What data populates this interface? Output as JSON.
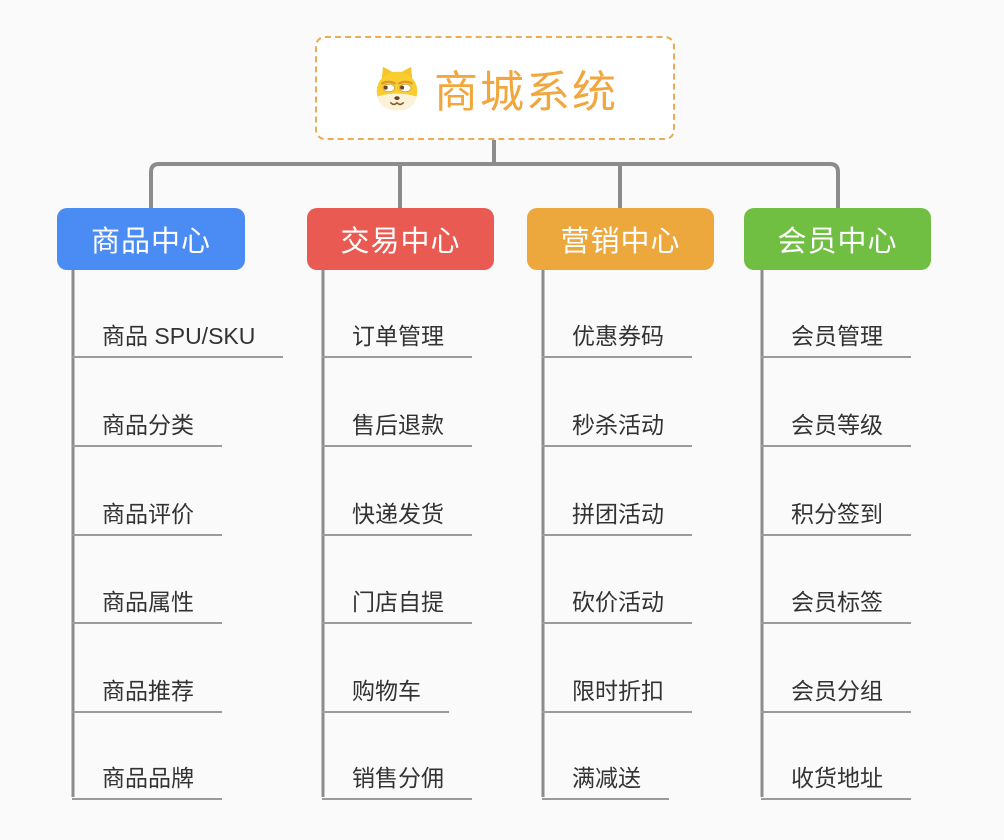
{
  "root": {
    "label": "商城系统",
    "icon": "dog-face",
    "text_color": "#f2a73e",
    "border_color": "#edac53",
    "background": "#ffffff"
  },
  "colors": {
    "canvas_background": "#fafafa",
    "connector": "#8c8c8c",
    "leaf_underline": "#9b9b9b",
    "leaf_text": "#333333"
  },
  "branches": [
    {
      "label": "商品中心",
      "color": "#4a8bf4",
      "items": [
        "商品 SPU/SKU",
        "商品分类",
        "商品评价",
        "商品属性",
        "商品推荐",
        "商品品牌"
      ]
    },
    {
      "label": "交易中心",
      "color": "#e95b52",
      "items": [
        "订单管理",
        "售后退款",
        "快递发货",
        "门店自提",
        "购物车",
        "销售分佣"
      ]
    },
    {
      "label": "营销中心",
      "color": "#eca83d",
      "items": [
        "优惠券码",
        "秒杀活动",
        "拼团活动",
        "砍价活动",
        "限时折扣",
        "满减送"
      ]
    },
    {
      "label": "会员中心",
      "color": "#71bf42",
      "items": [
        "会员管理",
        "会员等级",
        "积分签到",
        "会员标签",
        "会员分组",
        "收货地址"
      ]
    }
  ]
}
